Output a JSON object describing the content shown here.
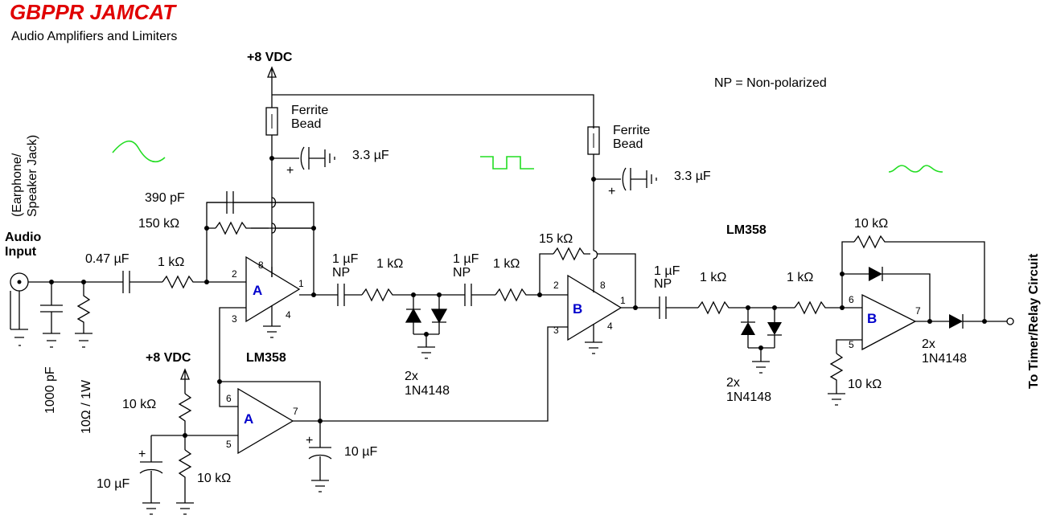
{
  "title": "GBPPR JAMCAT",
  "subtitle": "Audio Amplifiers and Limiters",
  "note": "NP = Non-polarized",
  "supply": {
    "main": "+8 VDC",
    "bias": "+8 VDC"
  },
  "input": {
    "label_line1": "Audio",
    "label_line2": "Input",
    "jack_line1": "(Earphone/",
    "jack_line2": "Speaker Jack)",
    "cap": "1000 pF",
    "res": "10Ω / 1W"
  },
  "output": {
    "label": "To Timer/Relay Circuit"
  },
  "ferrite": {
    "line1": "Ferrite",
    "line2": "Bead"
  },
  "components": {
    "c_in": "0.47 µF",
    "r_in": "1 kΩ",
    "c_fb": "390 pF",
    "r_fb": "150 kΩ",
    "c_bypass1": "3.3 µF",
    "c_bypass2": "3.3 µF",
    "c_np1": "1 µF",
    "c_np2": "1 µF",
    "c_np3": "1 µF",
    "np": "NP",
    "r_1k_a": "1 kΩ",
    "r_1k_b": "1 kΩ",
    "r_1k_c": "1 kΩ",
    "r_1k_d": "1 kΩ",
    "r_15k": "15 kΩ",
    "r_10k_fb": "10 kΩ",
    "r_10k_top": "10 kΩ",
    "r_10k_bot": "10 kΩ",
    "r_10k_gnd": "10 kΩ",
    "c_10u_left": "10 µF",
    "c_10u_right": "10 µF",
    "diode_count": "2x",
    "diode_part": "1N4148"
  },
  "ic": {
    "part": "LM358",
    "a": "A",
    "b": "B"
  },
  "pins": {
    "p1": "1",
    "p2": "2",
    "p3": "3",
    "p4": "4",
    "p5": "5",
    "p6": "6",
    "p7": "7",
    "p8": "8"
  },
  "plus": "+"
}
